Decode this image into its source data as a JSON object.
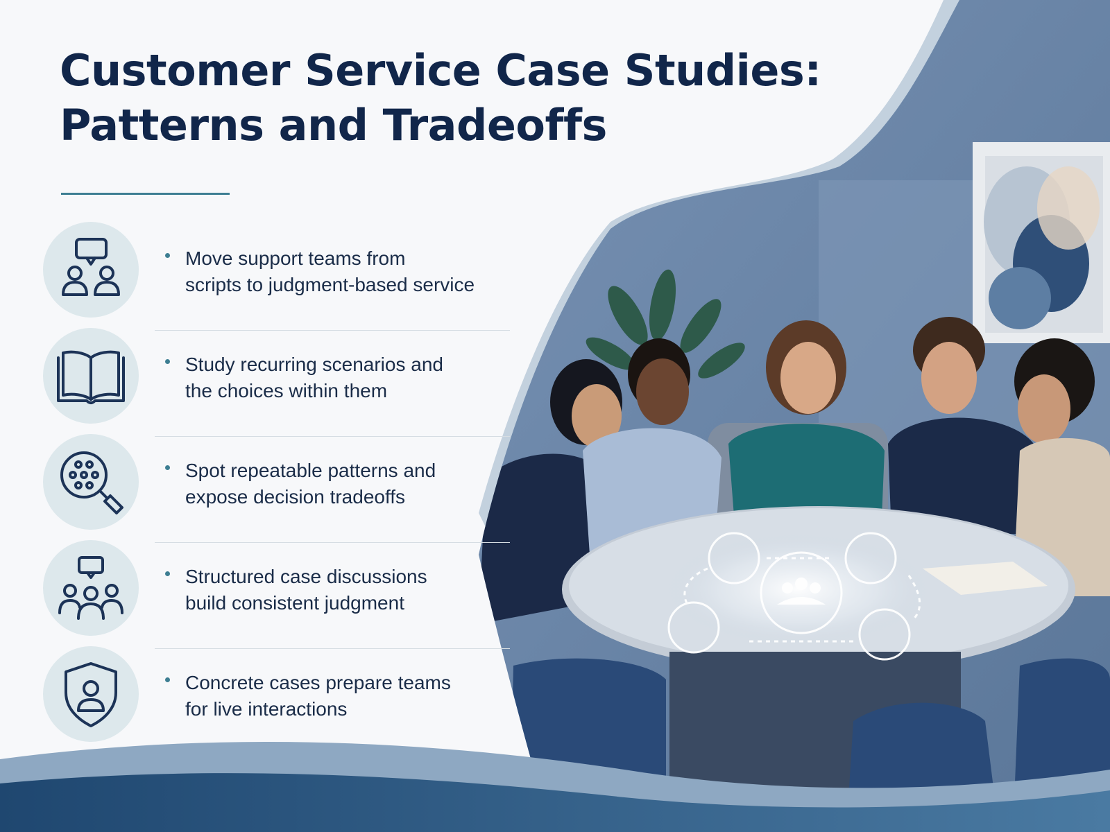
{
  "slide": {
    "title": {
      "line1": "Customer Service Case Studies:",
      "line2": "Patterns and Tradeoffs"
    },
    "benefits": [
      {
        "icon": "chat-people-icon",
        "line1": "Move support teams from",
        "line2": "scripts to judgment-based service"
      },
      {
        "icon": "open-book-icon",
        "line1": "Study recurring scenarios and",
        "line2": "the choices within them"
      },
      {
        "icon": "magnifier-pattern-icon",
        "line1": "Spot repeatable patterns and",
        "line2": "expose decision tradeoffs"
      },
      {
        "icon": "group-discussion-icon",
        "line1": "Structured case discussions",
        "line2": "build consistent judgment"
      },
      {
        "icon": "shield-person-icon",
        "line1": "Concrete cases prepare teams",
        "line2": "for live interactions"
      }
    ],
    "photo": {
      "table_icons": [
        "group-icon",
        "chat-icon",
        "balance-scale-icon",
        "person-icon",
        "split-arrows-icon"
      ]
    },
    "colors": {
      "title": "#11264a",
      "accent": "#3d7e92",
      "icon_circle": "#dde8ec",
      "icon_stroke": "#1c3357",
      "wave_dark": "#2f5a82",
      "wall": "#6a87aa"
    }
  }
}
